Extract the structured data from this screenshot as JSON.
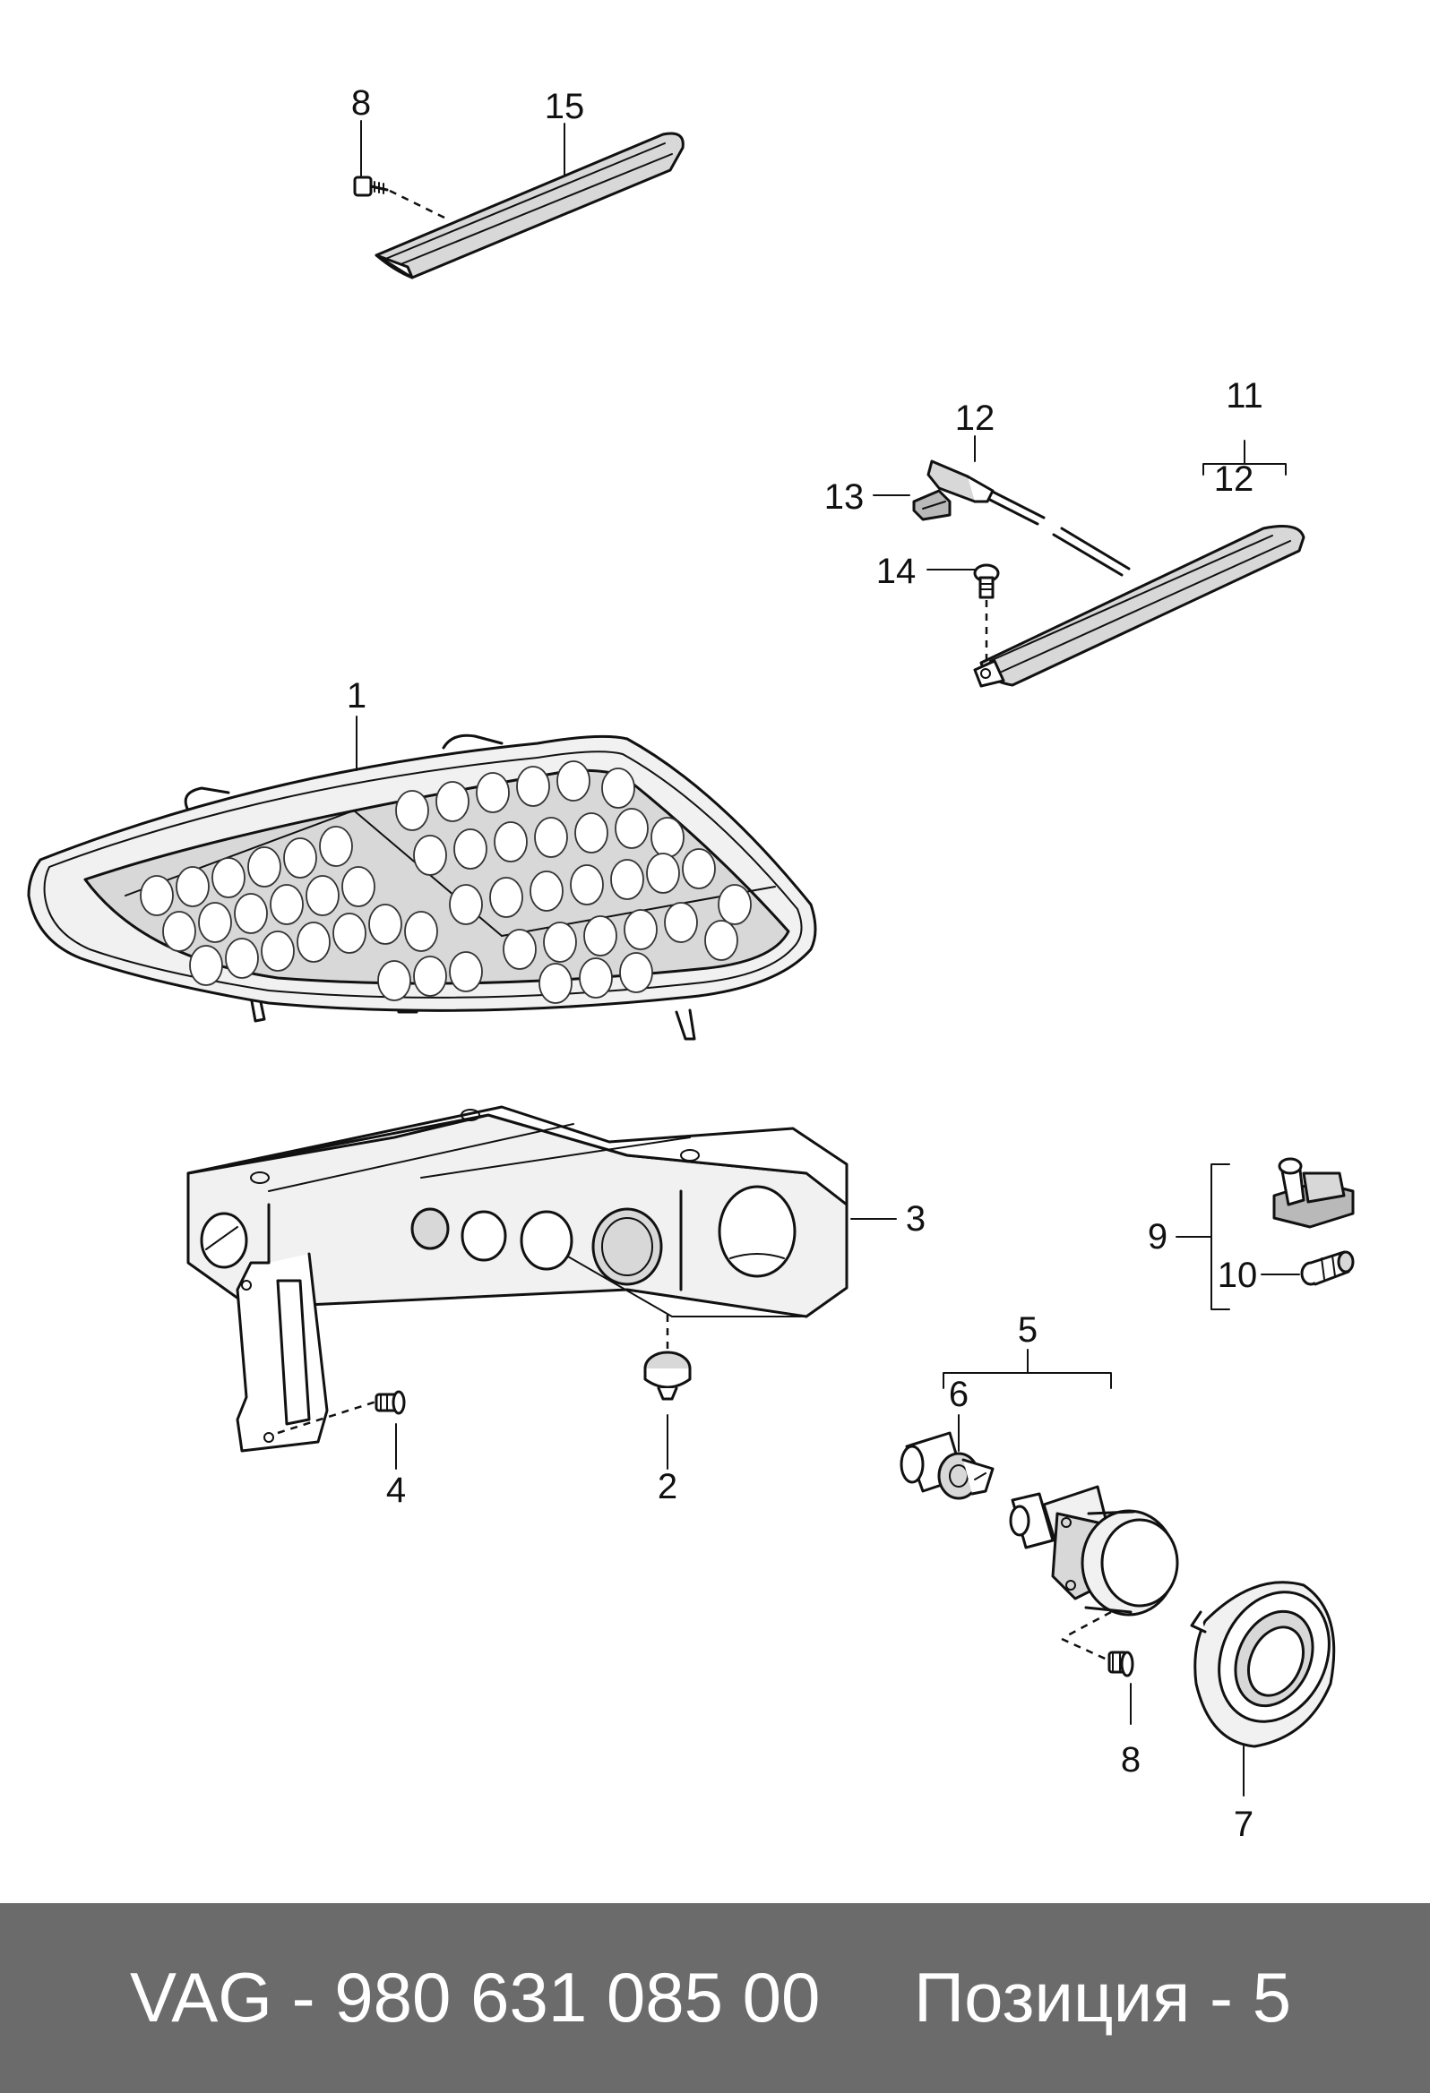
{
  "diagram": {
    "callouts": {
      "p1": "1",
      "p2": "2",
      "p3": "3",
      "p4": "4",
      "p5": "5",
      "p6": "6",
      "p7": "7",
      "p8_top": "8",
      "p8_bottom": "8",
      "p9": "9",
      "p10": "10",
      "p11": "11",
      "p12_upper": "12",
      "p12_group": "12",
      "p13": "13",
      "p14": "14",
      "p15": "15"
    }
  },
  "footer": {
    "part_number": "VAG - 980 631 085 00",
    "position": "Позиция - 5",
    "background": "#6b6b6b",
    "text_color": "#ffffff"
  }
}
